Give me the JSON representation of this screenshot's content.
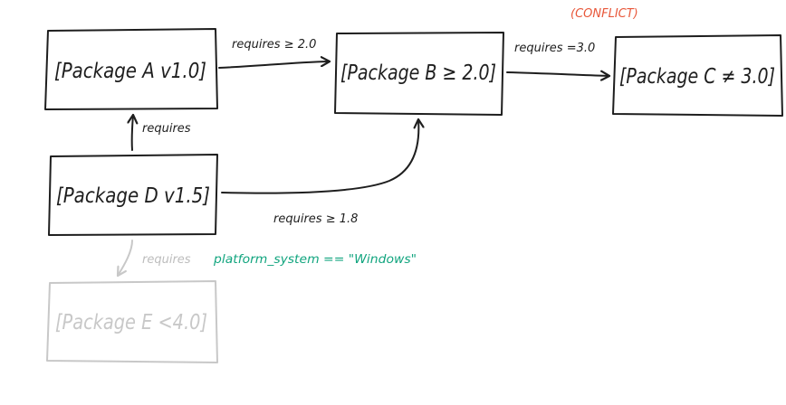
{
  "colors": {
    "ink": "#1e1e1e",
    "faded": "#c8c8c8",
    "faded_text": "#bdbdbd",
    "conflict": "#e8573a",
    "marker": "#12a57f"
  },
  "nodes": {
    "a": {
      "label": "[Package A v1.0]"
    },
    "b": {
      "label": "[Package B ≥ 2.0]"
    },
    "c": {
      "label": "[Package C ≠ 3.0]"
    },
    "d": {
      "label": "[Package D v1.5]"
    },
    "e": {
      "label": "[Package E <4.0]"
    }
  },
  "edges": {
    "a_b": {
      "label": "requires ≥ 2.0"
    },
    "b_c": {
      "label": "requires =3.0"
    },
    "d_a": {
      "label": "requires"
    },
    "d_b": {
      "label": "requires ≥ 1.8"
    },
    "d_e": {
      "label": "requires"
    }
  },
  "conflict": {
    "label": "(CONFLICT)"
  },
  "env_marker": {
    "label": "platform_system == \"Windows\""
  }
}
